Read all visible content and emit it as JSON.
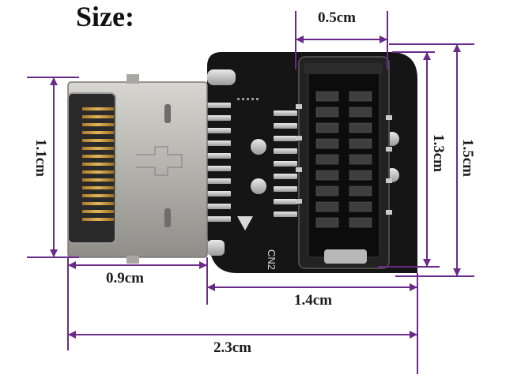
{
  "title": "Size:",
  "pcb_marking": "CN2",
  "colors": {
    "dimension_line": "#6a2a8a",
    "pcb": "#151515",
    "metal": "#b9b7b2",
    "gold": "#d2a54a"
  },
  "dimensions": {
    "top_width": "0.5cm",
    "left_height": "1.1cm",
    "right_inner_height": "1.3cm",
    "right_outer_height": "1.5cm",
    "connector_width": "0.9cm",
    "board_width": "1.4cm",
    "total_width": "2.3cm"
  }
}
